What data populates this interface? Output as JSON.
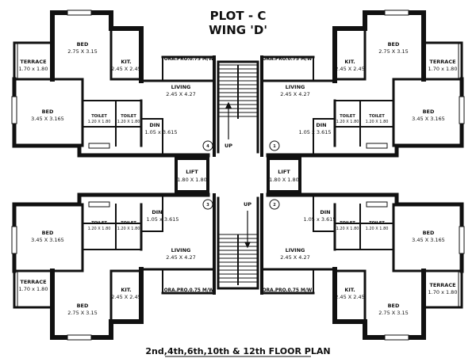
{
  "title_line1": "PLOT - C",
  "title_line2": "WING 'D'",
  "floor_plan_title": "2nd,4th,6th,10th & 12th  FLOOR PLAN",
  "rooms": {
    "bed_small": {
      "name": "BED",
      "dim": "2.75 X 3.15"
    },
    "bed_large": {
      "name": "BED",
      "dim": "3.45 X 3.165"
    },
    "terrace": {
      "name": "TERRACE",
      "dim": "1.70 x 1.80"
    },
    "kitchen": {
      "name": "KIT.",
      "dim": "2.45 X 2.45"
    },
    "living": {
      "name": "LIVING",
      "dim": "2.45 X 4.27"
    },
    "dining": {
      "name": "DIN",
      "dim": "1.05 x 3.615"
    },
    "toilet": {
      "name": "TOILET",
      "dim": "1.20 X 1.80"
    },
    "open_projection": "ORA.PRO.0.75 M/W"
  },
  "lift": {
    "name": "LIFT",
    "dim": "1.80 X 1.80"
  },
  "stair_label": "UP",
  "flat_numbers": [
    "4",
    "1",
    "3",
    "2"
  ],
  "colors": {
    "wall": "#111111",
    "background": "#ffffff"
  }
}
